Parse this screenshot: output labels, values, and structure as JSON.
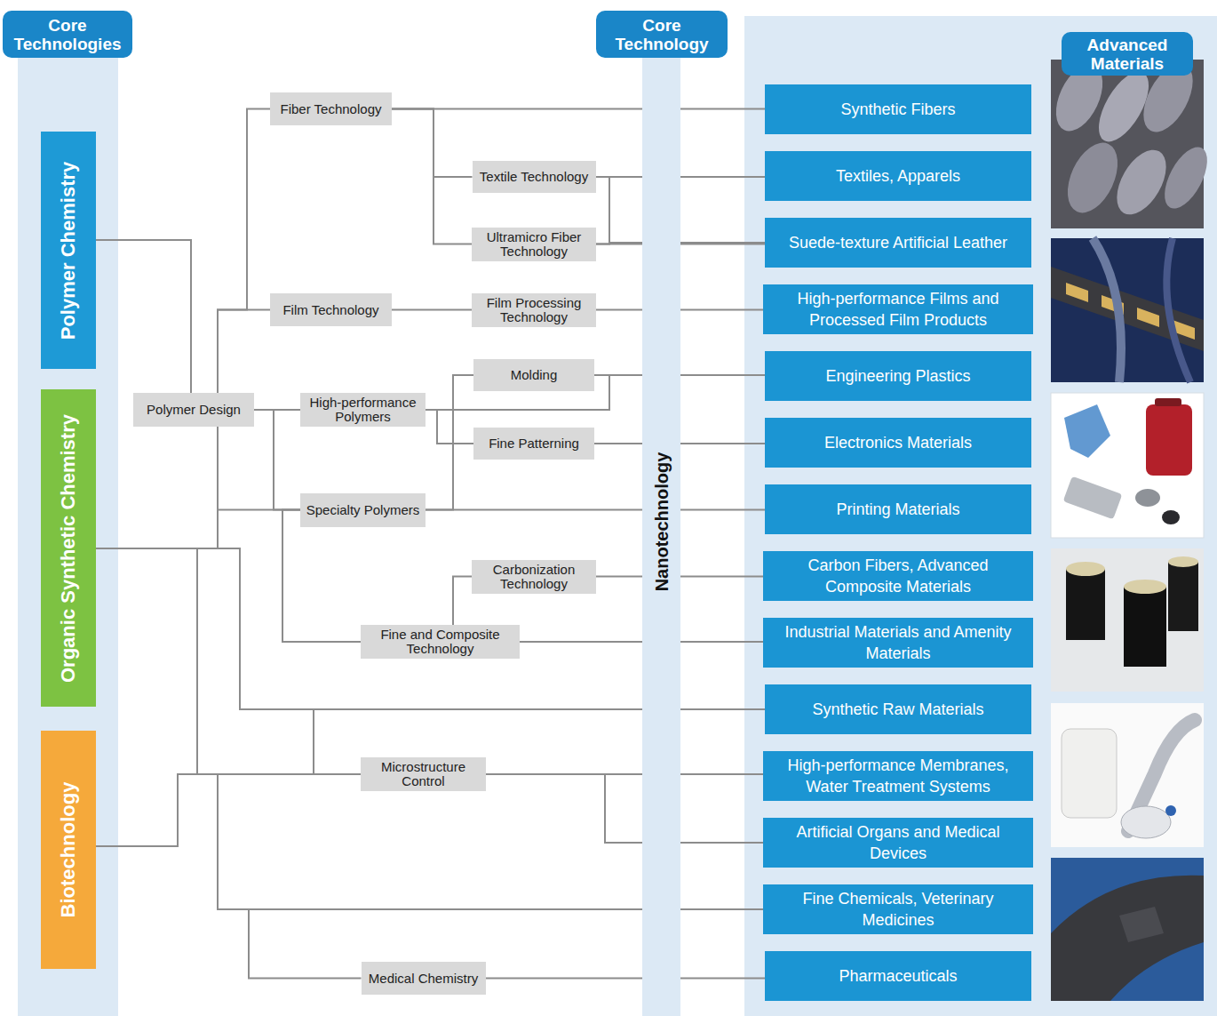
{
  "diagram": {
    "nodes": [
      {
        "text": [
          "Core Technologies"
        ]
      },
      {
        "text": [
          "Core Technology"
        ]
      },
      {
        "text": [
          "Advanced Materials"
        ]
      },
      {
        "text": [
          "Polymer Chemistry"
        ]
      },
      {
        "text": [
          "Organic Synthetic Chemistry"
        ]
      },
      {
        "text": [
          "Biotechnology"
        ]
      },
      {
        "text": [
          "Fiber Technology"
        ]
      },
      {
        "text": [
          "Textile Technology"
        ]
      },
      {
        "text": [
          "Ultramicro Fiber Technology"
        ]
      },
      {
        "text": [
          "Film Technology"
        ]
      },
      {
        "text": [
          "Film Processing Technology"
        ]
      },
      {
        "text": [
          "Polymer Design"
        ]
      },
      {
        "text": [
          "High-performance Polymers"
        ]
      },
      {
        "text": [
          "Molding"
        ]
      },
      {
        "text": [
          "Fine Patterning"
        ]
      },
      {
        "text": [
          "Specialty Polymers"
        ]
      },
      {
        "text": [
          "Carbonization Technology"
        ]
      },
      {
        "text": [
          "Fine and Composite Technology"
        ]
      },
      {
        "text": [
          "Microstructure Control"
        ]
      },
      {
        "text": [
          "Medical Chemistry"
        ]
      },
      {
        "text": [
          "Nanotechnology"
        ]
      },
      {
        "text": [
          "Synthetic Fibers"
        ]
      },
      {
        "text": [
          "Textiles, Apparels"
        ]
      },
      {
        "text": [
          "Suede-texture Artificial Leather"
        ]
      },
      {
        "text": [
          "High-performance Films and Processed Film Products"
        ]
      },
      {
        "text": [
          "Engineering Plastics"
        ]
      },
      {
        "text": [
          "Electronics Materials"
        ]
      },
      {
        "text": [
          "Printing Materials"
        ]
      },
      {
        "text": [
          "Carbon Fibers, Advanced Composite Materials"
        ]
      },
      {
        "text": [
          "Industrial Materials and Amenity Materials"
        ]
      },
      {
        "text": [
          "Synthetic Raw Materials"
        ]
      },
      {
        "text": [
          "High-performance Membranes, Water Treatment Systems"
        ]
      },
      {
        "text": [
          "Artificial Organs and Medical Devices"
        ]
      },
      {
        "text": [
          "Fine Chemicals, Veterinary Medicines"
        ]
      },
      {
        "text": [
          "Pharmaceuticals"
        ]
      }
    ],
    "edges": [
      {
        "from": 3,
        "to": 11,
        "arrow": "none"
      },
      {
        "from": 4,
        "to": 11,
        "arrow": "none"
      },
      {
        "from": 4,
        "to": 15,
        "arrow": "none"
      },
      {
        "from": 4,
        "to": 30,
        "arrow": "none"
      },
      {
        "from": 4,
        "to": 18,
        "arrow": "none"
      },
      {
        "from": 5,
        "to": 18,
        "arrow": "none"
      },
      {
        "from": 5,
        "to": 33,
        "arrow": "none"
      },
      {
        "from": 5,
        "to": 19,
        "arrow": "none"
      },
      {
        "from": 11,
        "to": 6,
        "arrow": "none"
      },
      {
        "from": 11,
        "to": 9,
        "arrow": "none"
      },
      {
        "from": 11,
        "to": 12,
        "arrow": "none"
      },
      {
        "from": 11,
        "to": 15,
        "arrow": "none"
      },
      {
        "from": 6,
        "to": 21,
        "arrow": "none"
      },
      {
        "from": 6,
        "to": 7,
        "arrow": "none"
      },
      {
        "from": 6,
        "to": 8,
        "arrow": "none"
      },
      {
        "from": 7,
        "to": 22,
        "arrow": "none"
      },
      {
        "from": 7,
        "to": 23,
        "arrow": "none"
      },
      {
        "from": 8,
        "to": 23,
        "arrow": "none"
      },
      {
        "from": 8,
        "to": 22,
        "arrow": "none"
      },
      {
        "from": 9,
        "to": 10,
        "arrow": "none"
      },
      {
        "from": 10,
        "to": 24,
        "arrow": "none"
      },
      {
        "from": 12,
        "to": 13,
        "arrow": "none"
      },
      {
        "from": 12,
        "to": 14,
        "arrow": "none"
      },
      {
        "from": 12,
        "to": 25,
        "arrow": "none"
      },
      {
        "from": 13,
        "to": 25,
        "arrow": "none"
      },
      {
        "from": 14,
        "to": 26,
        "arrow": "none"
      },
      {
        "from": 15,
        "to": 27,
        "arrow": "none"
      },
      {
        "from": 15,
        "to": 13,
        "arrow": "none"
      },
      {
        "from": 15,
        "to": 17,
        "arrow": "none"
      },
      {
        "from": 17,
        "to": 16,
        "arrow": "none"
      },
      {
        "from": 16,
        "to": 28,
        "arrow": "none"
      },
      {
        "from": 17,
        "to": 29,
        "arrow": "none"
      },
      {
        "from": 18,
        "to": 31,
        "arrow": "none"
      },
      {
        "from": 18,
        "to": 32,
        "arrow": "none"
      },
      {
        "from": 19,
        "to": 34,
        "arrow": "none"
      },
      {
        "from": 5,
        "to": 30,
        "arrow": "none"
      }
    ]
  }
}
